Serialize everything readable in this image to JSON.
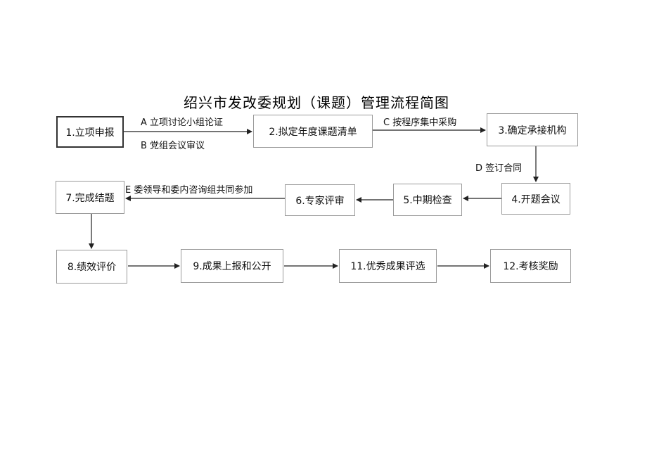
{
  "title": "绍兴市发改委规划（课题）管理流程简图",
  "nodes": [
    {
      "id": "n1",
      "label": "1.立项申报"
    },
    {
      "id": "n2",
      "label": "2.拟定年度课题清单"
    },
    {
      "id": "n3",
      "label": "3.确定承接机构"
    },
    {
      "id": "n4",
      "label": "4.开题会议"
    },
    {
      "id": "n5",
      "label": "5.中期检查"
    },
    {
      "id": "n6",
      "label": "6.专家评审"
    },
    {
      "id": "n7",
      "label": "7.完成结题"
    },
    {
      "id": "n8",
      "label": "8.绩效评价"
    },
    {
      "id": "n9",
      "label": "9.成果上报和公开"
    },
    {
      "id": "n11",
      "label": "11.优秀成果评选"
    },
    {
      "id": "n12",
      "label": "12.考核奖励"
    }
  ],
  "edge_labels": {
    "a": "A 立项讨论小组论证",
    "b": "B 党组会议审议",
    "c": "C 按程序集中采购",
    "d": "D 签订合同",
    "e": "E 委领导和委内咨询组共同参加"
  }
}
